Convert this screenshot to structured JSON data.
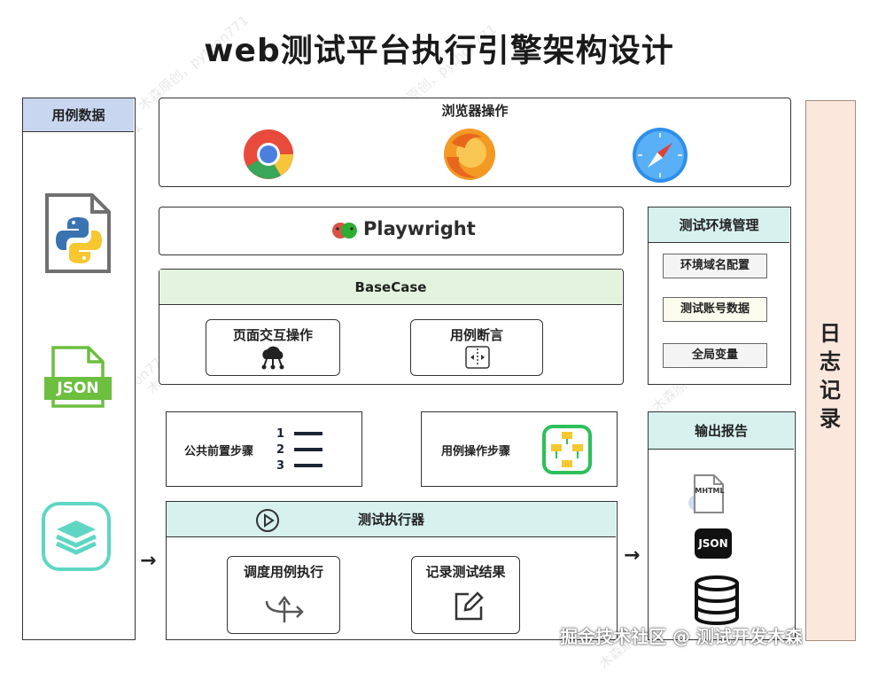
{
  "title": "web测试平台执行引擎架构设计",
  "usecase_data": {
    "header": "用例数据",
    "json_label": "JSON"
  },
  "browser": {
    "header": "浏览器操作"
  },
  "playwright": {
    "label": "Playwright"
  },
  "basecase": {
    "header": "BaseCase",
    "page_interaction": "页面交互操作",
    "assertion": "用例断言"
  },
  "env": {
    "header": "测试环境管理",
    "items": [
      "环境域名配置",
      "测试账号数据",
      "全局变量"
    ]
  },
  "log": {
    "label": "日志记录"
  },
  "steps": {
    "common_pre": "公共前置步骤",
    "case_steps": "用例操作步骤",
    "numbers": [
      "1",
      "2",
      "3"
    ]
  },
  "executor": {
    "header": "测试执行器",
    "schedule": "调度用例执行",
    "record": "记录测试结果"
  },
  "report": {
    "header": "输出报告",
    "mhtml_label": "MHTML",
    "json_label": "JSON"
  },
  "arrows": {
    "glyph": "→"
  },
  "watermarks": [
    "木森原创，python771",
    "木森原创，python771",
    "木森原创，python771",
    "木森原创，python771",
    "木森原创，python771",
    "木森原创，python771",
    "木森原创，python771",
    "木森原创，python771"
  ],
  "footer": "掘金技术社区 @ 测试开发木森",
  "colors": {
    "header_blue": "#c9d6ef",
    "header_green": "#e4f3de",
    "header_teal": "#d6f1ee",
    "log_bg": "#fbe7dc",
    "log_border": "#a38d80"
  }
}
